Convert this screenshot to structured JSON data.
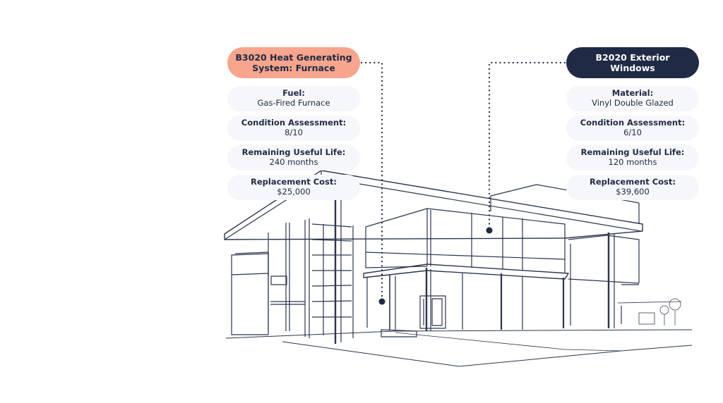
{
  "left_callout": {
    "title": "B3020 Heat Generating\nSystem: Furnace",
    "color": "#f7a58c",
    "fields": [
      {
        "label": "Fuel:",
        "value": "Gas-Fired Furnace"
      },
      {
        "label": "Condition Assessment:",
        "value": "8/10"
      },
      {
        "label": "Remaining Useful Life:",
        "value": "240 months"
      },
      {
        "label": "Replacement Cost:",
        "value": "$25,000"
      }
    ]
  },
  "right_callout": {
    "title": "B2020 Exterior\nWindows",
    "color": "#1f2a44",
    "fields": [
      {
        "label": "Material:",
        "value": "Vinyl Double Glazed"
      },
      {
        "label": "Condition Assessment:",
        "value": "6/10"
      },
      {
        "label": "Remaining Useful Life:",
        "value": "120 months"
      },
      {
        "label": "Replacement Cost:",
        "value": "$39,600"
      }
    ]
  },
  "colors": {
    "line": "#1f2a44",
    "card_bg": "#f6f7fa"
  }
}
